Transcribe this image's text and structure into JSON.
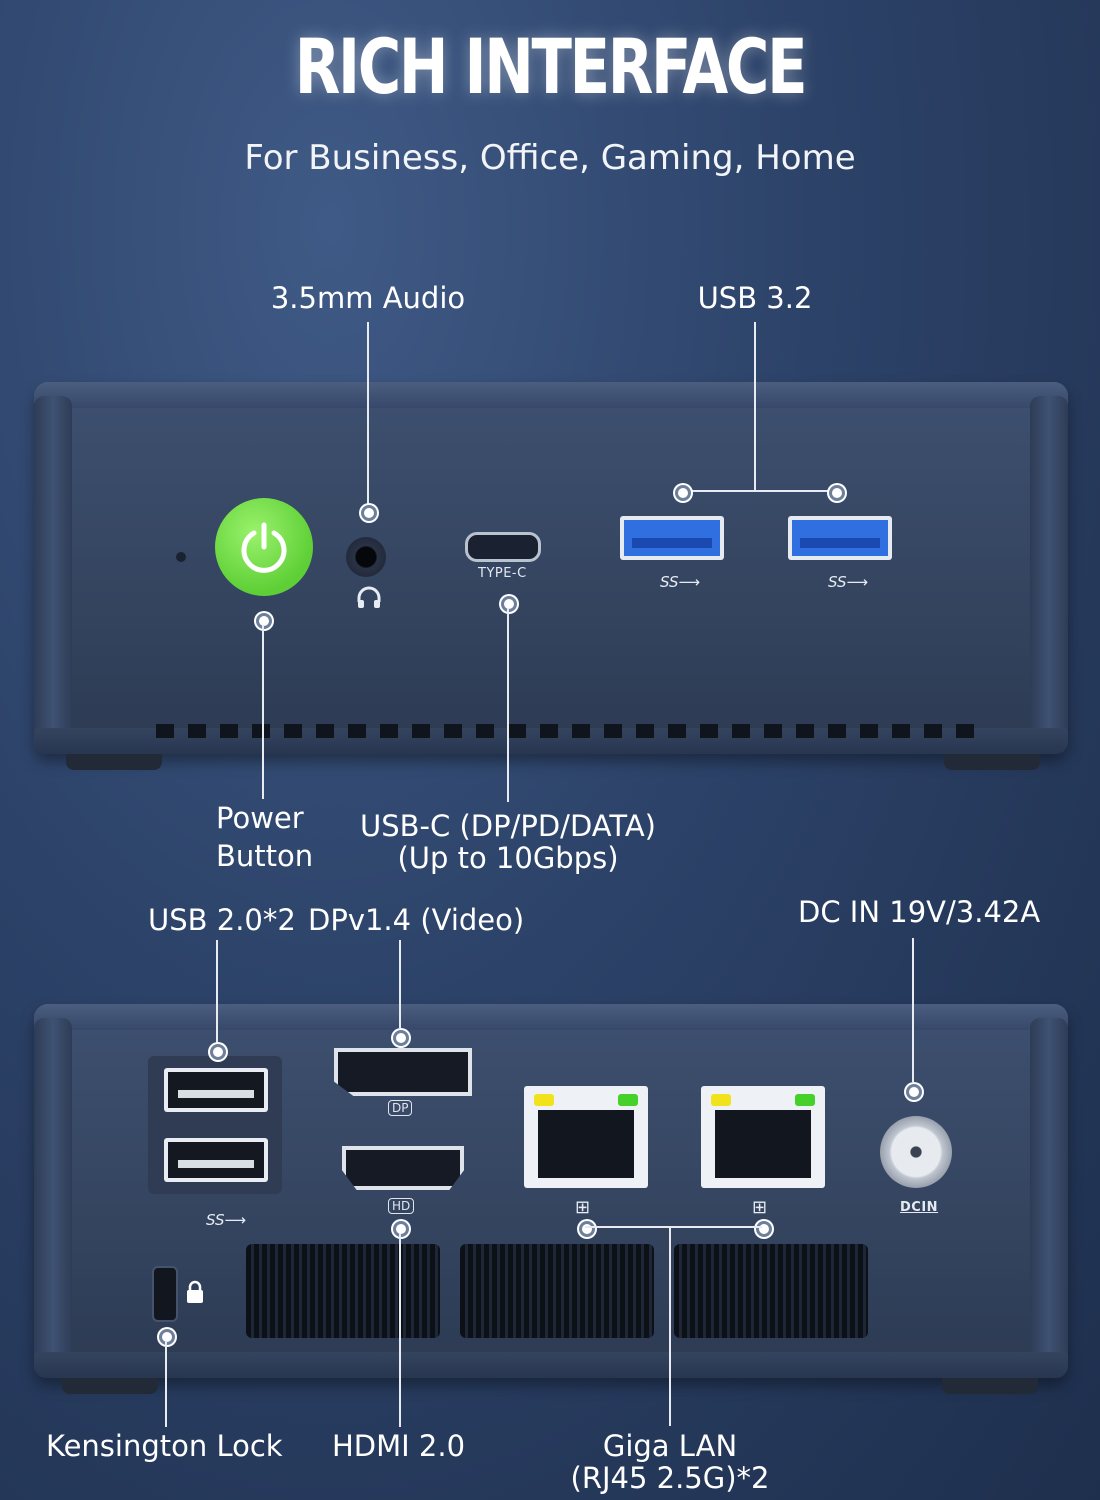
{
  "header": {
    "title": "RICH INTERFACE",
    "subtitle": "For Business, Office, Gaming, Home"
  },
  "front": {
    "port_captions": {
      "typec": "TYPE-C"
    },
    "labels": {
      "audio": "3.5mm Audio",
      "usb32": "USB 3.2",
      "power_line1": "Power",
      "power_line2": "Button",
      "usbc_line1": "USB-C (DP/PD/DATA)",
      "usbc_line2": "(Up to 10Gbps)"
    }
  },
  "rear": {
    "port_captions": {
      "dp": "DP",
      "hd": "HD",
      "dcin": "DCIN"
    },
    "labels": {
      "usb20": "USB 2.0*2",
      "dp": "DPv1.4 (Video)",
      "dc": "DC IN 19V/3.42A",
      "kensington": "Kensington Lock",
      "hdmi": "HDMI 2.0",
      "lan_line1": "Giga LAN",
      "lan_line2": "(RJ45 2.5G)*2"
    }
  },
  "colors": {
    "background": "#2c4268",
    "power_button": "#5ecf36",
    "usb3_port": "#2f6fe0",
    "lan_led_yellow": "#f2e21c",
    "lan_led_green": "#46d12a"
  },
  "icons": {
    "power": "power-icon",
    "headphone": "headphone-icon",
    "superspeed": "superspeed-usb-icon",
    "network": "network-icon",
    "lock": "lock-icon"
  }
}
